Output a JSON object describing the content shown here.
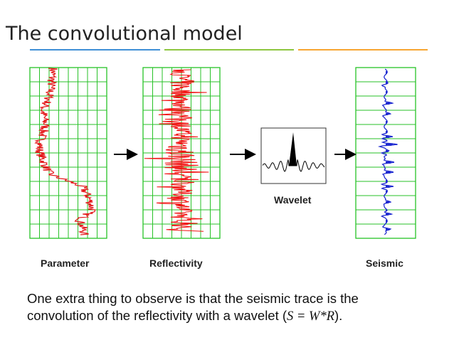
{
  "slide": {
    "title": "The convolutional model"
  },
  "panels": {
    "parameter": {
      "label": "Parameter"
    },
    "reflectivity": {
      "label": "Reflectivity"
    },
    "wavelet": {
      "label": "Wavelet"
    },
    "seismic": {
      "label": "Seismic"
    }
  },
  "caption": {
    "line1": "One extra thing to observe is that the seismic trace is the",
    "line2_prefix": "convolution of the reflectivity with a wavelet  (",
    "equation": "S = W*R",
    "line2_suffix": ")."
  },
  "colors": {
    "grid": "#27c227",
    "parameter_trace": "#e4181a",
    "reflectivity_trace": "#f21010",
    "seismic_trace": "#1e2ad1",
    "wavelet": "#000000",
    "rule_blue": "#3f8fd6",
    "rule_green": "#8dc63f",
    "rule_orange": "#f7a531"
  },
  "icons": [
    "arrow-right-icon"
  ]
}
